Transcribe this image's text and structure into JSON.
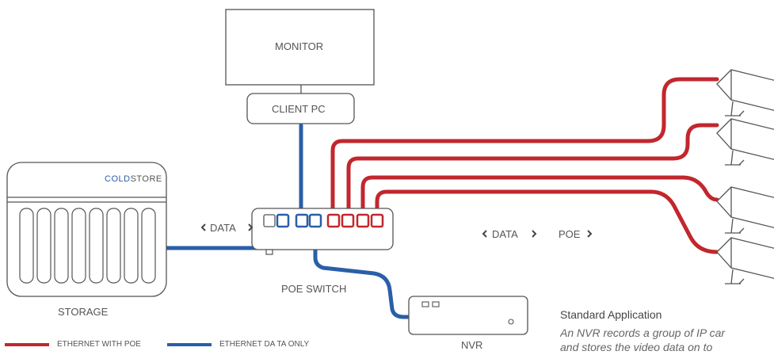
{
  "colors": {
    "poe": "#c1272d",
    "data": "#2a5fa8",
    "stroke": "#555555",
    "brand_cold": "#2a5fa8",
    "brand_store": "#555555"
  },
  "nodes": {
    "monitor": "MONITOR",
    "client_pc": "CLIENT PC",
    "storage_brand_a": "COLD",
    "storage_brand_b": "STORE",
    "storage": "STORAGE",
    "poe_switch": "POE SWITCH",
    "nvr": "NVR"
  },
  "labels": {
    "data_left": "DATA",
    "data_right": "DATA",
    "poe": "POE"
  },
  "legend": {
    "poe": "ETHERNET WITH POE",
    "data": "ETHERNET DA TA ONLY"
  },
  "info": {
    "title": "Standard Application",
    "line1": "An NVR records a group of IP car",
    "line2": "and stores the video data on to"
  },
  "icons": [
    "chevron-left-icon",
    "chevron-right-icon",
    "camera-icon",
    "ethernet-port-icon"
  ]
}
